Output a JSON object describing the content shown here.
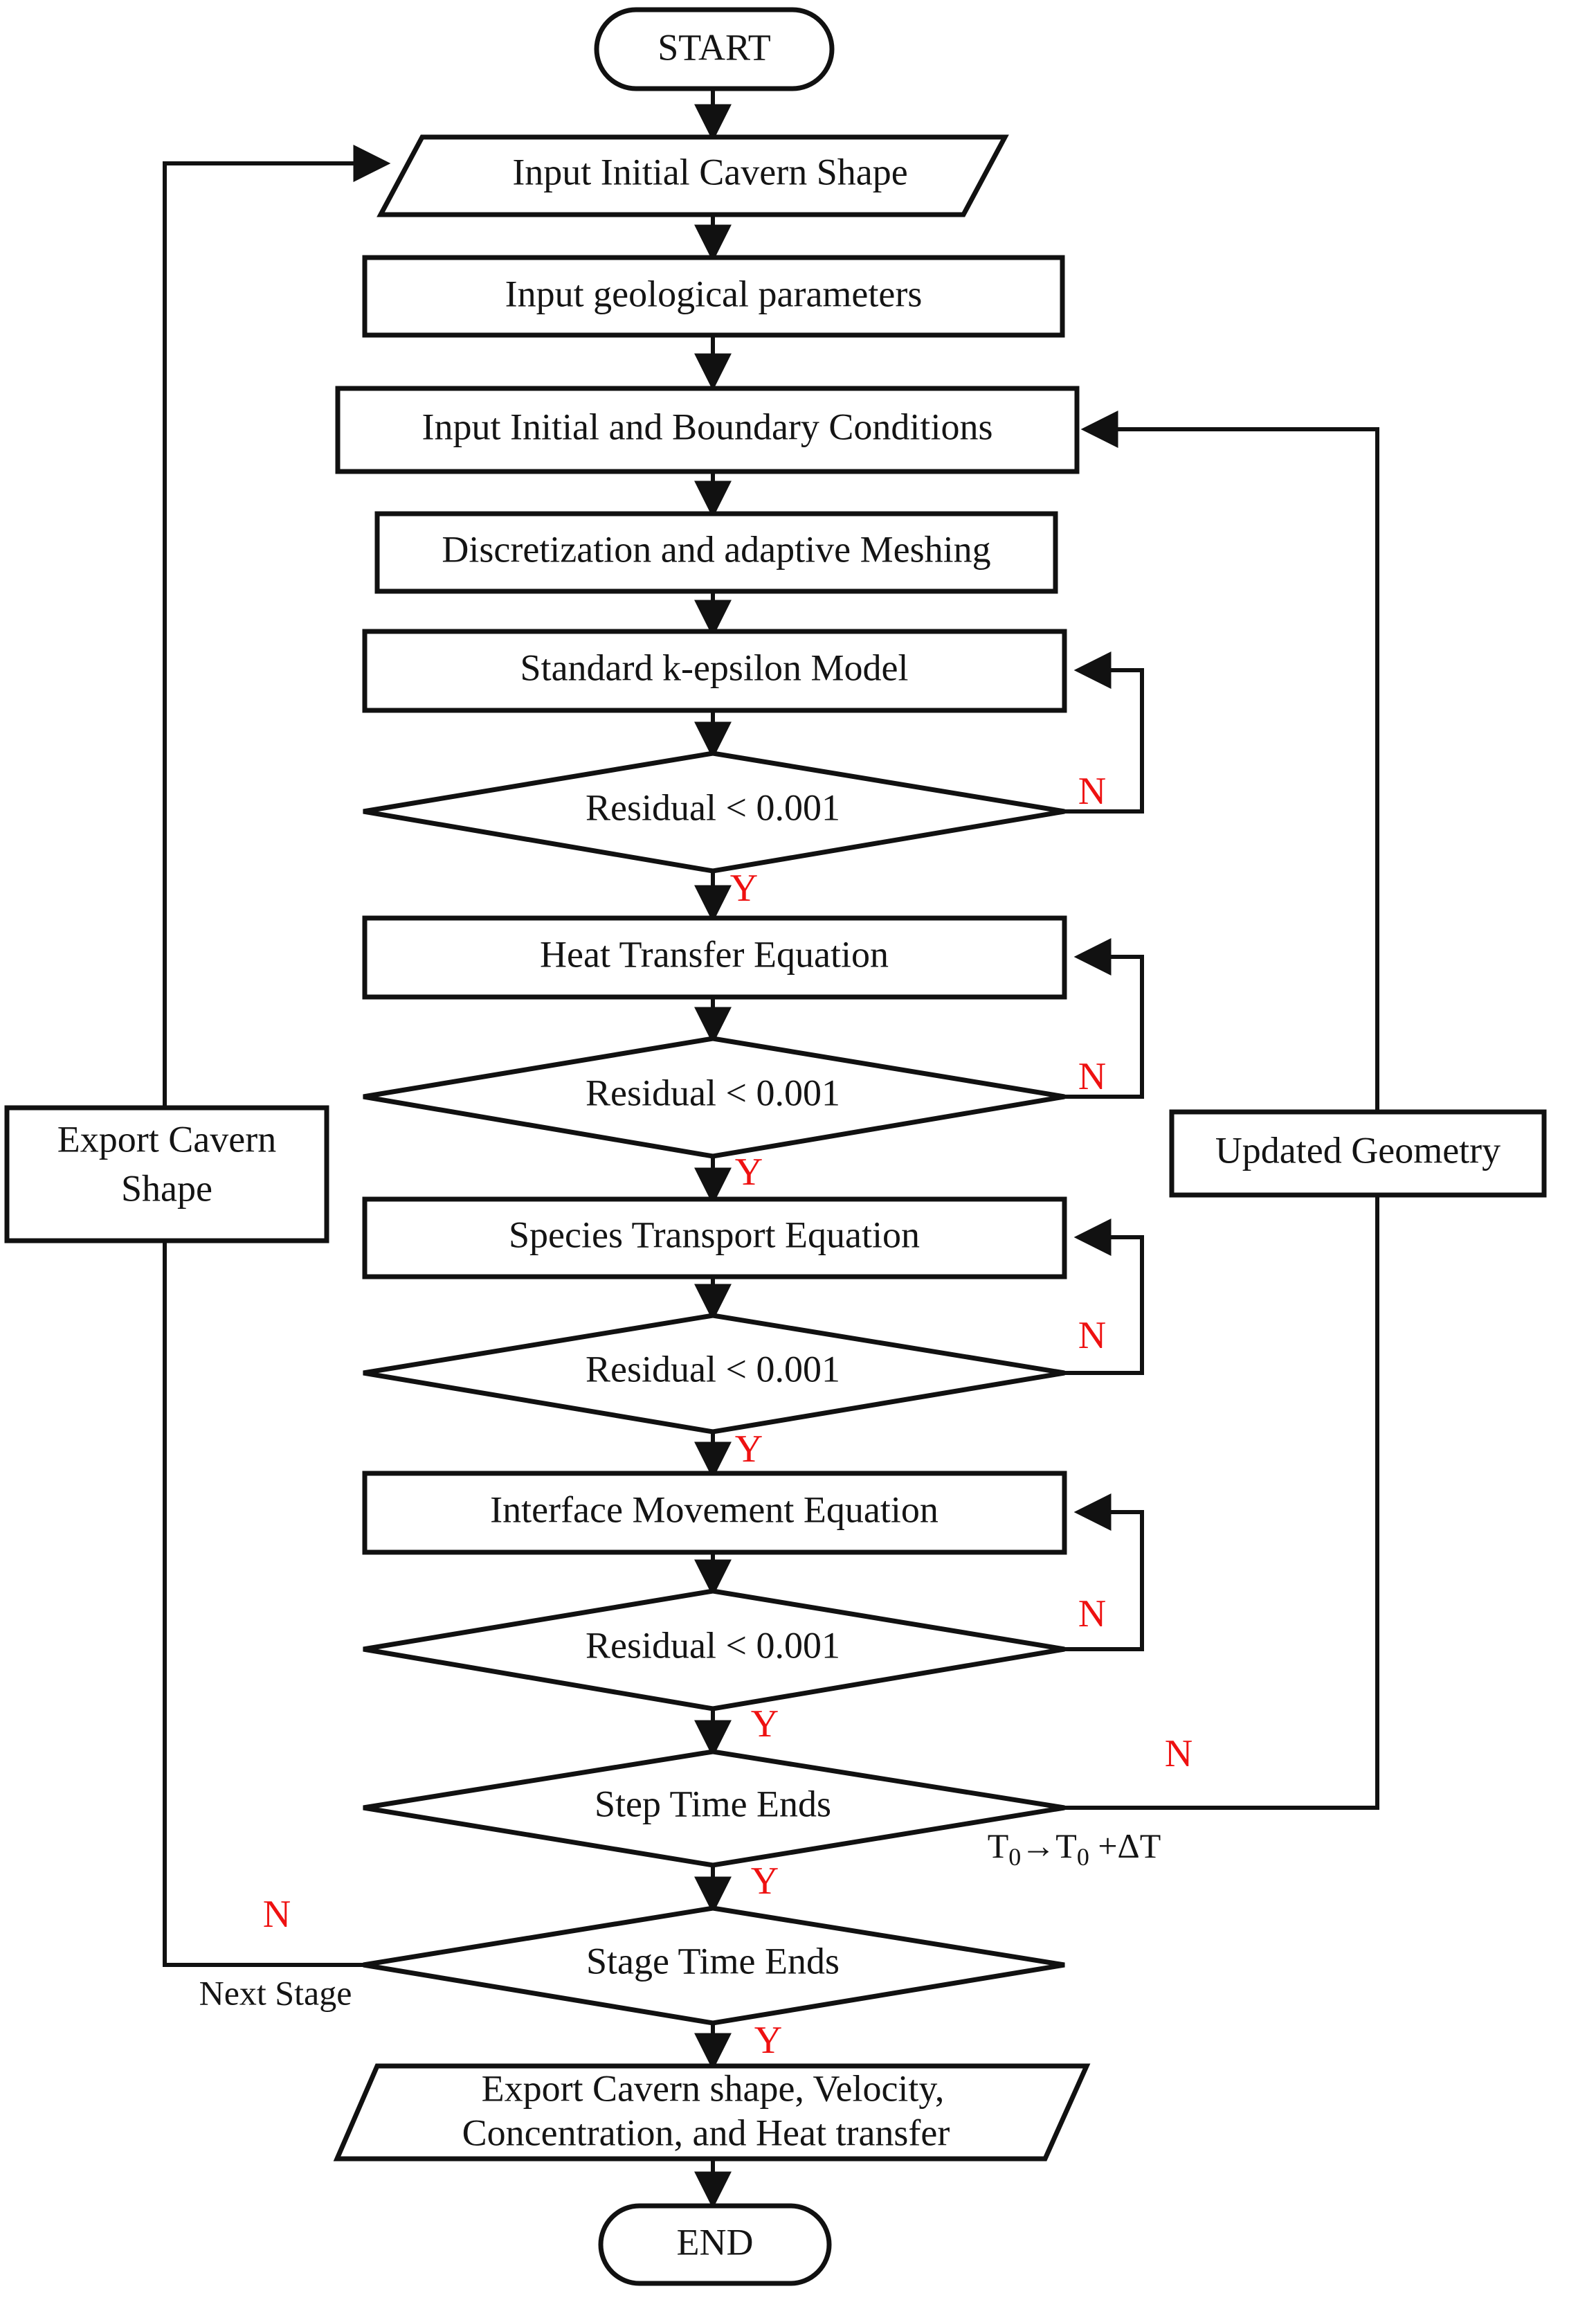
{
  "diagram": {
    "title": "Cavern simulation CFD workflow flowchart",
    "accent_no_color": "#ee1111",
    "line_color": "#111111",
    "fill_color": "#ffffff"
  },
  "nodes": {
    "start": {
      "label": "START",
      "shape": "terminator"
    },
    "input_cavern": {
      "label": "Input Initial Cavern Shape",
      "shape": "parallelogram"
    },
    "input_geo": {
      "label": "Input geological parameters",
      "shape": "process"
    },
    "input_bc": {
      "label": "Input Initial and Boundary Conditions",
      "shape": "process"
    },
    "mesh": {
      "label": "Discretization and adaptive Meshing",
      "shape": "process"
    },
    "kepsilon": {
      "label": "Standard k-epsilon Model",
      "shape": "process"
    },
    "res1": {
      "label": "Residual < 0.001",
      "shape": "decision"
    },
    "heat": {
      "label": "Heat Transfer Equation",
      "shape": "process"
    },
    "res2": {
      "label": "Residual < 0.001",
      "shape": "decision"
    },
    "species": {
      "label": "Species Transport Equation",
      "shape": "process"
    },
    "res3": {
      "label": "Residual < 0.001",
      "shape": "decision"
    },
    "interface": {
      "label": "Interface Movement Equation",
      "shape": "process"
    },
    "res4": {
      "label": "Residual < 0.001",
      "shape": "decision"
    },
    "step_time": {
      "label": "Step Time Ends",
      "shape": "decision"
    },
    "stage_time": {
      "label": "Stage Time Ends",
      "shape": "decision"
    },
    "export_final": {
      "label_line1": "Export Cavern shape, Velocity,",
      "label_line2": "Concentration, and Heat transfer",
      "shape": "parallelogram"
    },
    "end": {
      "label": "END",
      "shape": "terminator"
    },
    "export_cavern": {
      "label_line1": "Export Cavern",
      "label_line2": "Shape",
      "shape": "process"
    },
    "updated_geometry": {
      "label": "Updated Geometry",
      "shape": "process"
    }
  },
  "edge_labels": {
    "n1": "N",
    "y1": "Y",
    "n2": "N",
    "y2": "Y",
    "n3": "N",
    "y3": "Y",
    "n4": "N",
    "y4": "Y",
    "n_step": "N",
    "y_step": "Y",
    "n_stage": "N",
    "y_stage": "Y",
    "time_increment_T0": "T",
    "time_increment_sub0a": "0",
    "time_increment_arrow": "→T",
    "time_increment_sub0b": "0",
    "time_increment_tail": " +ΔT",
    "next_stage": "Next Stage"
  },
  "chart_data": {
    "type": "flowchart",
    "orientation": "top-to-bottom",
    "sequence": [
      "START",
      "Input Initial Cavern Shape",
      "Input geological parameters",
      "Input Initial and Boundary Conditions",
      "Discretization and adaptive Meshing",
      "Standard k-epsilon Model",
      "Residual < 0.001",
      "Heat Transfer Equation",
      "Residual < 0.001",
      "Species Transport Equation",
      "Residual < 0.001",
      "Interface Movement Equation",
      "Residual < 0.001",
      "Step Time Ends",
      "Stage Time Ends",
      "Export Cavern shape, Velocity, Concentration, and Heat transfer",
      "END"
    ],
    "side_nodes": [
      "Export Cavern Shape",
      "Updated Geometry"
    ],
    "loops": [
      {
        "from": "Residual < 0.001 (k-epsilon)",
        "label": "N",
        "to": "Standard k-epsilon Model"
      },
      {
        "from": "Residual < 0.001 (heat)",
        "label": "N",
        "to": "Heat Transfer Equation"
      },
      {
        "from": "Residual < 0.001 (species)",
        "label": "N",
        "to": "Species Transport Equation"
      },
      {
        "from": "Residual < 0.001 (interface)",
        "label": "N",
        "to": "Interface Movement Equation"
      },
      {
        "from": "Step Time Ends",
        "label": "N, T0→T0 +ΔT",
        "to": "Input Initial and Boundary Conditions",
        "via": "Updated Geometry"
      },
      {
        "from": "Stage Time Ends",
        "label": "N, Next Stage",
        "to": "Input Initial Cavern Shape",
        "via": "Export Cavern Shape"
      }
    ]
  }
}
